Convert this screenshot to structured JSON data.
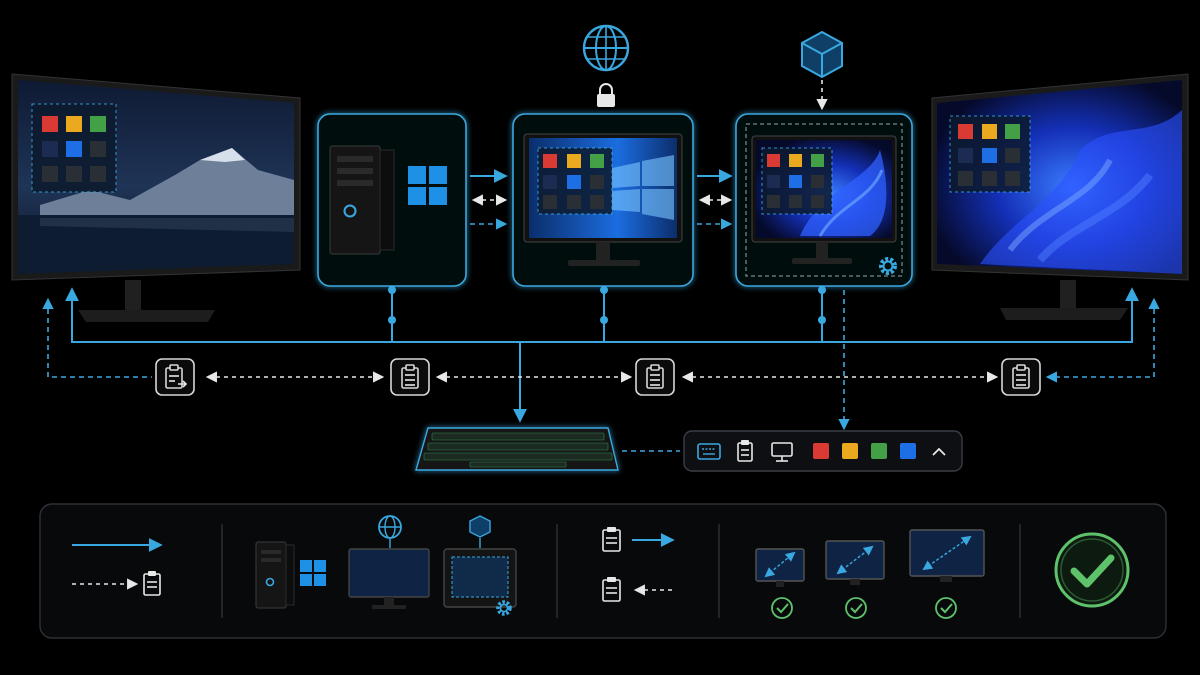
{
  "diagram": {
    "tile_colors": {
      "red": "#d93a34",
      "yellow": "#eaa91f",
      "green": "#43a047",
      "blue": "#1e6fe6",
      "dim": "#2a2f36",
      "navy": "#1b2b52"
    },
    "accent_color": "#3aa8e0",
    "check_color": "#5ec26a",
    "top_icons": [
      "globe-icon",
      "lock-icon",
      "cube-icon"
    ],
    "toolbar_icons": [
      "keyboard-icon",
      "clipboard-icon",
      "monitor-icon",
      "red-swatch",
      "yellow-swatch",
      "green-swatch",
      "blue-swatch",
      "chevron-up-icon"
    ],
    "legend_icons": [
      "solid-arrow",
      "dashed-arrow-clipboard",
      "tower-windows",
      "monitor-globe",
      "monitor-cube-gear",
      "clipboard-send",
      "clipboard-receive",
      "resize-small",
      "resize-medium",
      "resize-large",
      "big-check-icon"
    ]
  }
}
